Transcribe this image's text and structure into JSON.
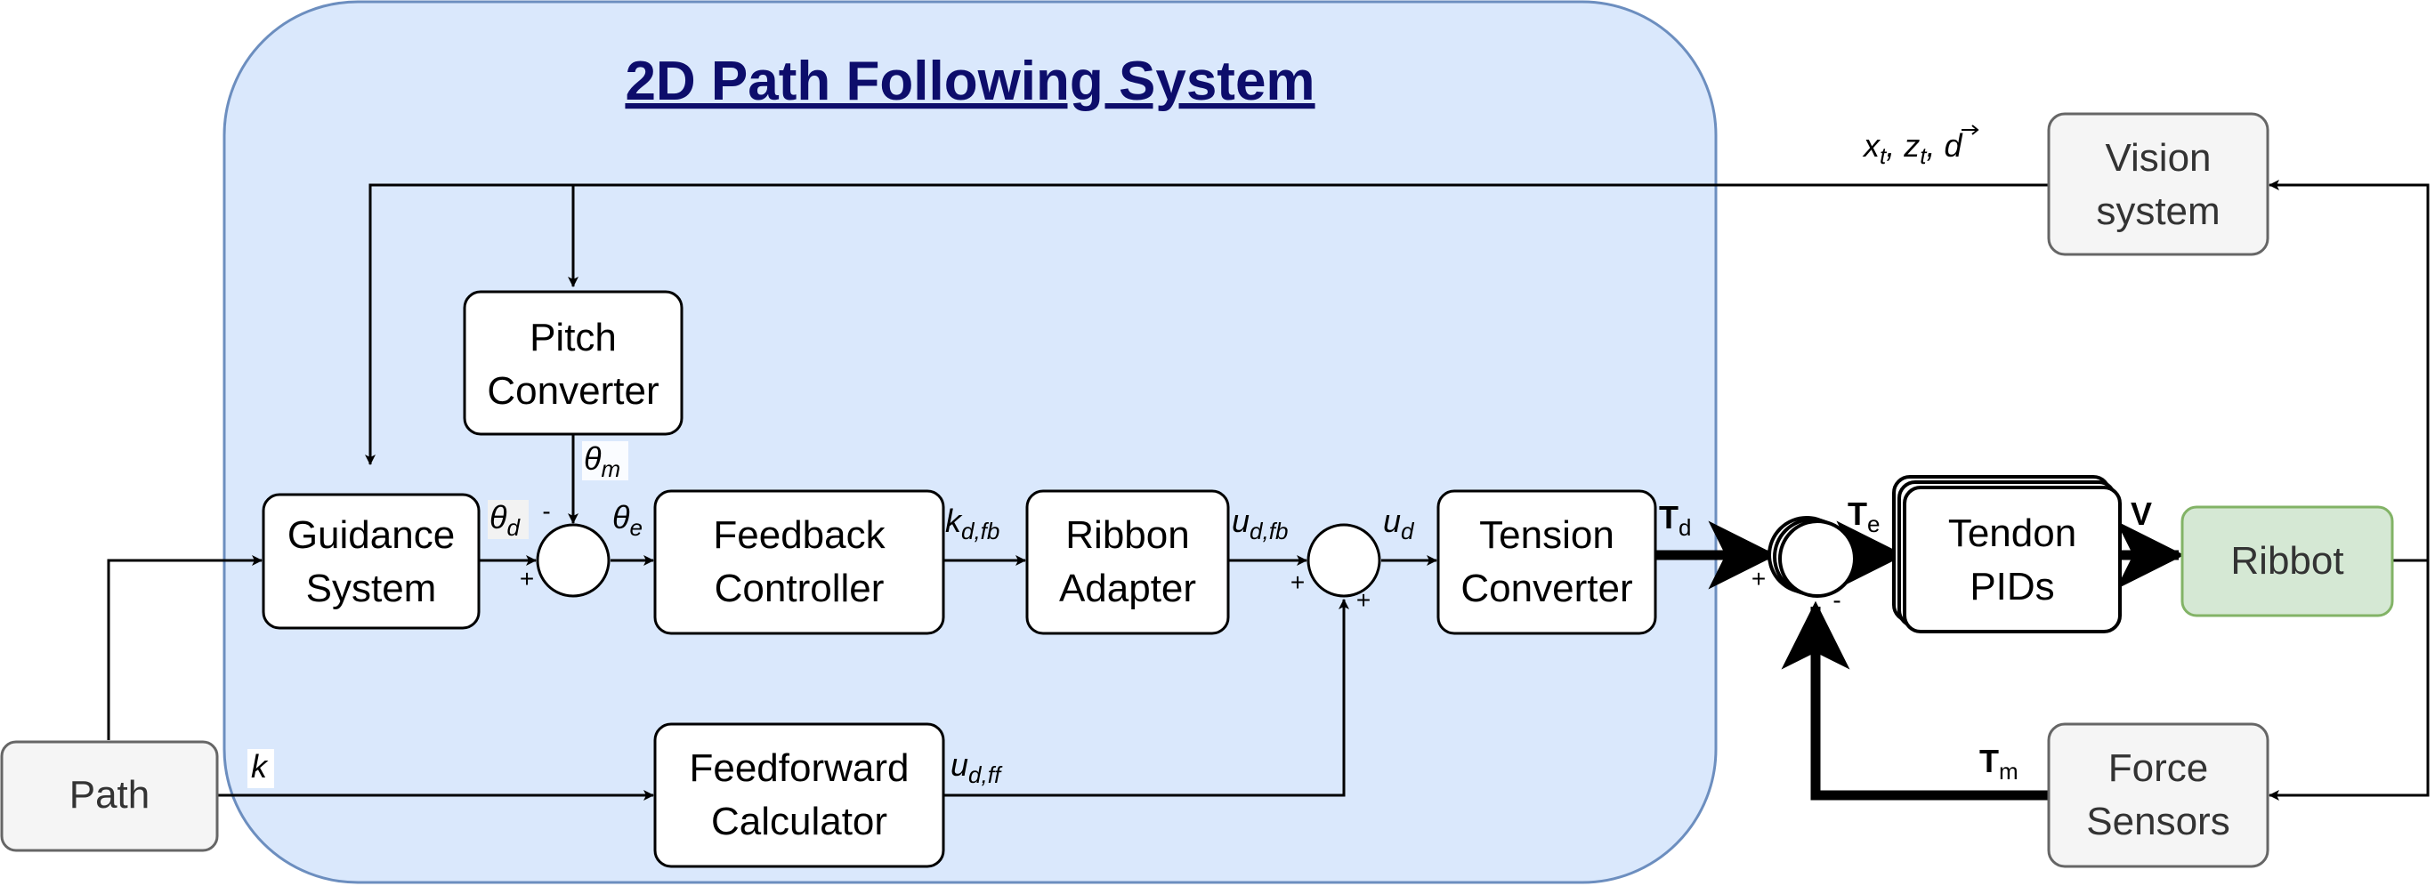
{
  "title": "2D Path Following System",
  "blocks": {
    "guidance": [
      "Guidance",
      "System"
    ],
    "pitch": [
      "Pitch",
      "Converter"
    ],
    "feedback": [
      "Feedback",
      "Controller"
    ],
    "ribbon": [
      "Ribbon",
      "Adapter"
    ],
    "tension": [
      "Tension",
      "Converter"
    ],
    "feedforward": [
      "Feedforward",
      "Calculator"
    ],
    "tendon": [
      "Tendon",
      "PIDs"
    ],
    "ribbot": "Ribbot",
    "vision": [
      "Vision",
      "system"
    ],
    "force": [
      "Force",
      "Sensors"
    ],
    "path": "Path"
  },
  "signals": {
    "theta_d": {
      "base": "θ",
      "sub": "d"
    },
    "theta_m": {
      "base": "θ",
      "sub": "m"
    },
    "theta_e": {
      "base": "θ",
      "sub": "e"
    },
    "k_dfb": {
      "base": "k",
      "sub": "d,fb"
    },
    "u_dfb": {
      "base": "u",
      "sub": "d,fb"
    },
    "u_d": {
      "base": "u",
      "sub": "d"
    },
    "u_dff": {
      "base": "u",
      "sub": "d,ff"
    },
    "k": "k",
    "T_d": {
      "base": "T",
      "sub": "d"
    },
    "T_e": {
      "base": "T",
      "sub": "e"
    },
    "T_m": {
      "base": "T",
      "sub": "m"
    },
    "V": "V",
    "vision_out": {
      "x": "x",
      "x_sub": "t",
      "sep": ", ",
      "z": "z",
      "z_sub": "t",
      "d": "d"
    }
  },
  "signs": {
    "sum1_minus": "-",
    "sum1_plus": "+",
    "sum2_plus_left": "+",
    "sum2_plus_bottom": "+",
    "sum3_plus": "+",
    "sum3_minus": "-"
  },
  "colors": {
    "system_fill": "#dae8fc",
    "system_stroke": "#6c8ebf",
    "title": "#0d0d6b",
    "ribbot_fill": "#d5e8d4",
    "ribbot_stroke": "#82b366",
    "external_fill": "#f5f5f5",
    "external_stroke": "#666666"
  }
}
